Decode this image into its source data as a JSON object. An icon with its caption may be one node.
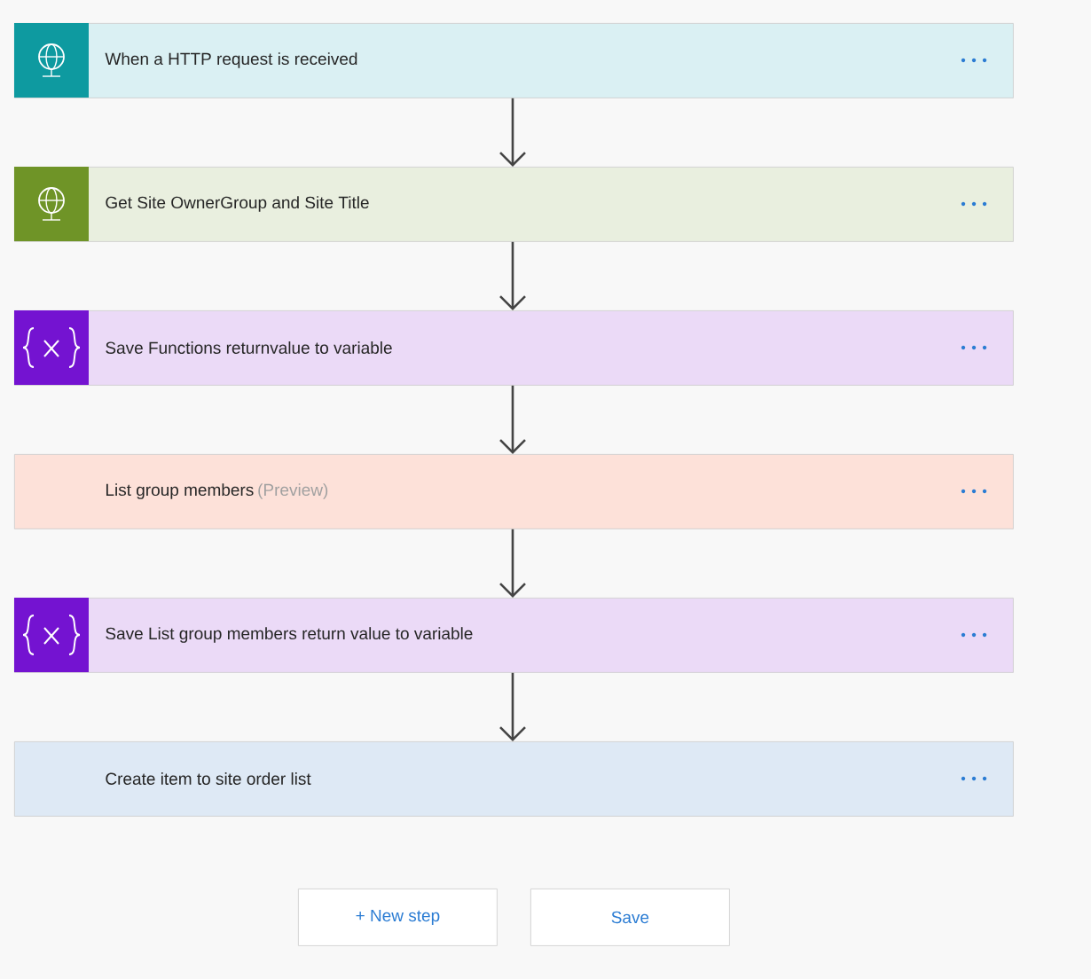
{
  "diagram": {
    "nodes": [
      {
        "text": [
          "When a HTTP request is received"
        ]
      },
      {
        "text": [
          "Get Site OwnerGroup and Site Title"
        ]
      },
      {
        "text": [
          "Save Functions returnvalue to variable"
        ]
      },
      {
        "text": [
          "List group members",
          "(Preview)"
        ]
      },
      {
        "text": [
          "Save List group members return value to variable"
        ]
      },
      {
        "text": [
          "Create item to site order list"
        ]
      },
      {
        "text": [
          "+ New step"
        ]
      },
      {
        "text": [
          "Save"
        ]
      }
    ],
    "edges": [
      {
        "from": 0,
        "to": 1,
        "arrow": "to"
      },
      {
        "from": 1,
        "to": 2,
        "arrow": "to"
      },
      {
        "from": 2,
        "to": 3,
        "arrow": "to"
      },
      {
        "from": 3,
        "to": 4,
        "arrow": "to"
      },
      {
        "from": 4,
        "to": 5,
        "arrow": "to"
      }
    ]
  }
}
